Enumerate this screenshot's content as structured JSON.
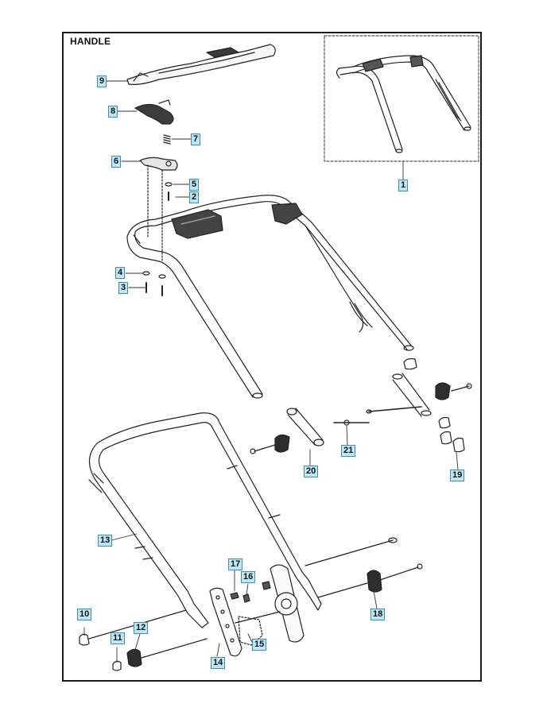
{
  "diagram": {
    "title": "HANDLE",
    "callouts": {
      "c1": "1",
      "c2": "2",
      "c3": "3",
      "c4": "4",
      "c5": "5",
      "c6": "6",
      "c7": "7",
      "c8": "8",
      "c9": "9",
      "c10": "10",
      "c11": "11",
      "c12": "12",
      "c13": "13",
      "c14": "14",
      "c15": "15",
      "c16": "16",
      "c17": "17",
      "c18": "18",
      "c19": "19",
      "c20": "20",
      "c21": "21"
    }
  },
  "colors": {
    "frame": "#1a1a1a",
    "line": "#222222",
    "callout_fill": "#bfe6f5",
    "callout_border": "#3a8fb7",
    "part_dark": "#2b2b2b",
    "part_mid": "#8a8a8a",
    "part_light": "#f2f2f2"
  }
}
